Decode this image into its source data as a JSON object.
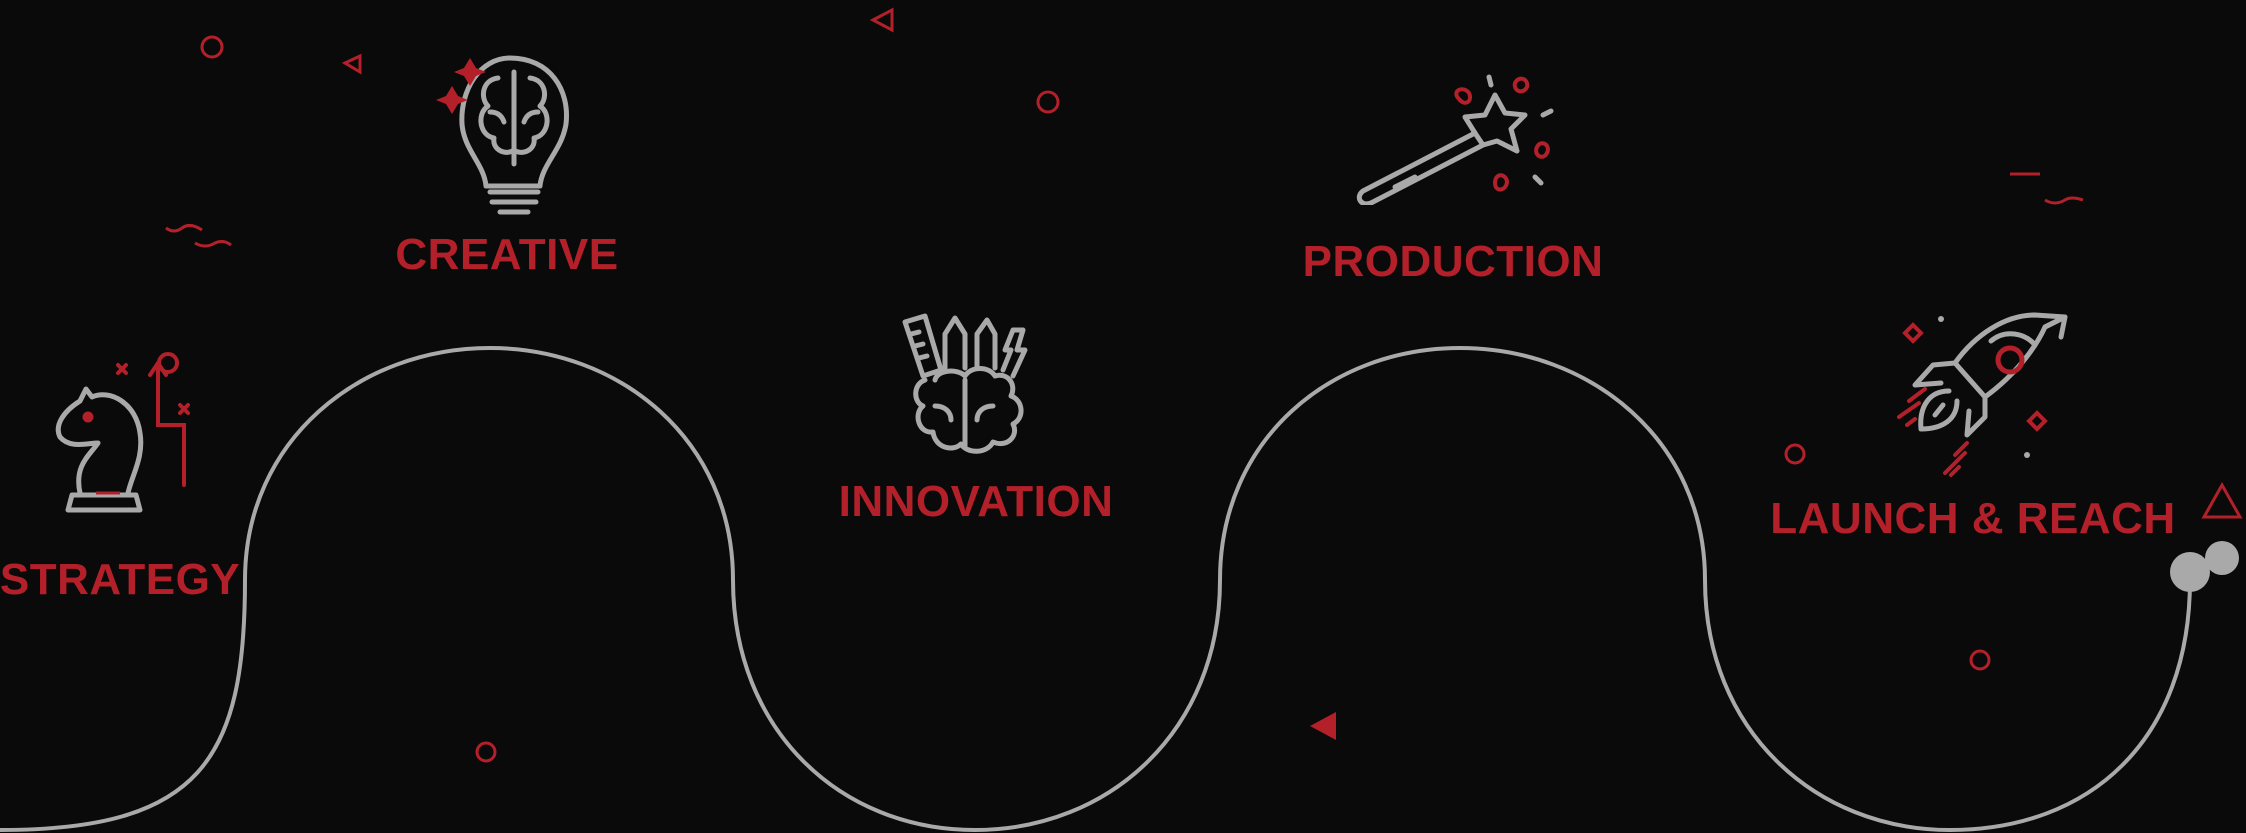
{
  "colors": {
    "background": "#0a0a0a",
    "accent": "#b3202a",
    "line": "#a9a9a9"
  },
  "stages": [
    {
      "label": "STRATEGY",
      "icon": "chess-knight-icon"
    },
    {
      "label": "CREATIVE",
      "icon": "lightbulb-brain-icon"
    },
    {
      "label": "INNOVATION",
      "icon": "brain-tools-icon"
    },
    {
      "label": "PRODUCTION",
      "icon": "magic-wand-icon"
    },
    {
      "label": "LAUNCH & REACH",
      "icon": "rocket-icon"
    }
  ]
}
